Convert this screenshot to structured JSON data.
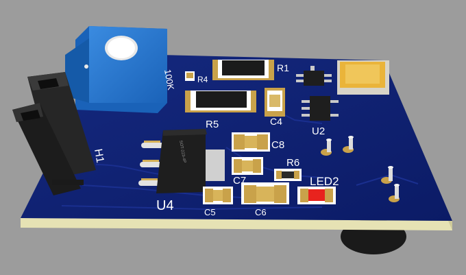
{
  "colors": {
    "background": "#9c9c9c",
    "board": "#0d2175",
    "board_edge": "#e6e2b4",
    "potentiometer": "#1e72cc",
    "header": "#1c1c1c",
    "pad": "#c9a24a",
    "led": "#e8231e",
    "silkscreen": "#ffffff"
  },
  "labels": {
    "r1": "R1",
    "r4": "R4",
    "r5": "R5",
    "r6": "R6",
    "c4": "C4",
    "c5": "C5",
    "c6": "C6",
    "c7": "C7",
    "c8": "C8",
    "u2": "U2",
    "u4": "U4",
    "h1": "H1",
    "led2": "LED2",
    "pot_value": "100K",
    "chip_marking": "SOT-223-4P"
  }
}
